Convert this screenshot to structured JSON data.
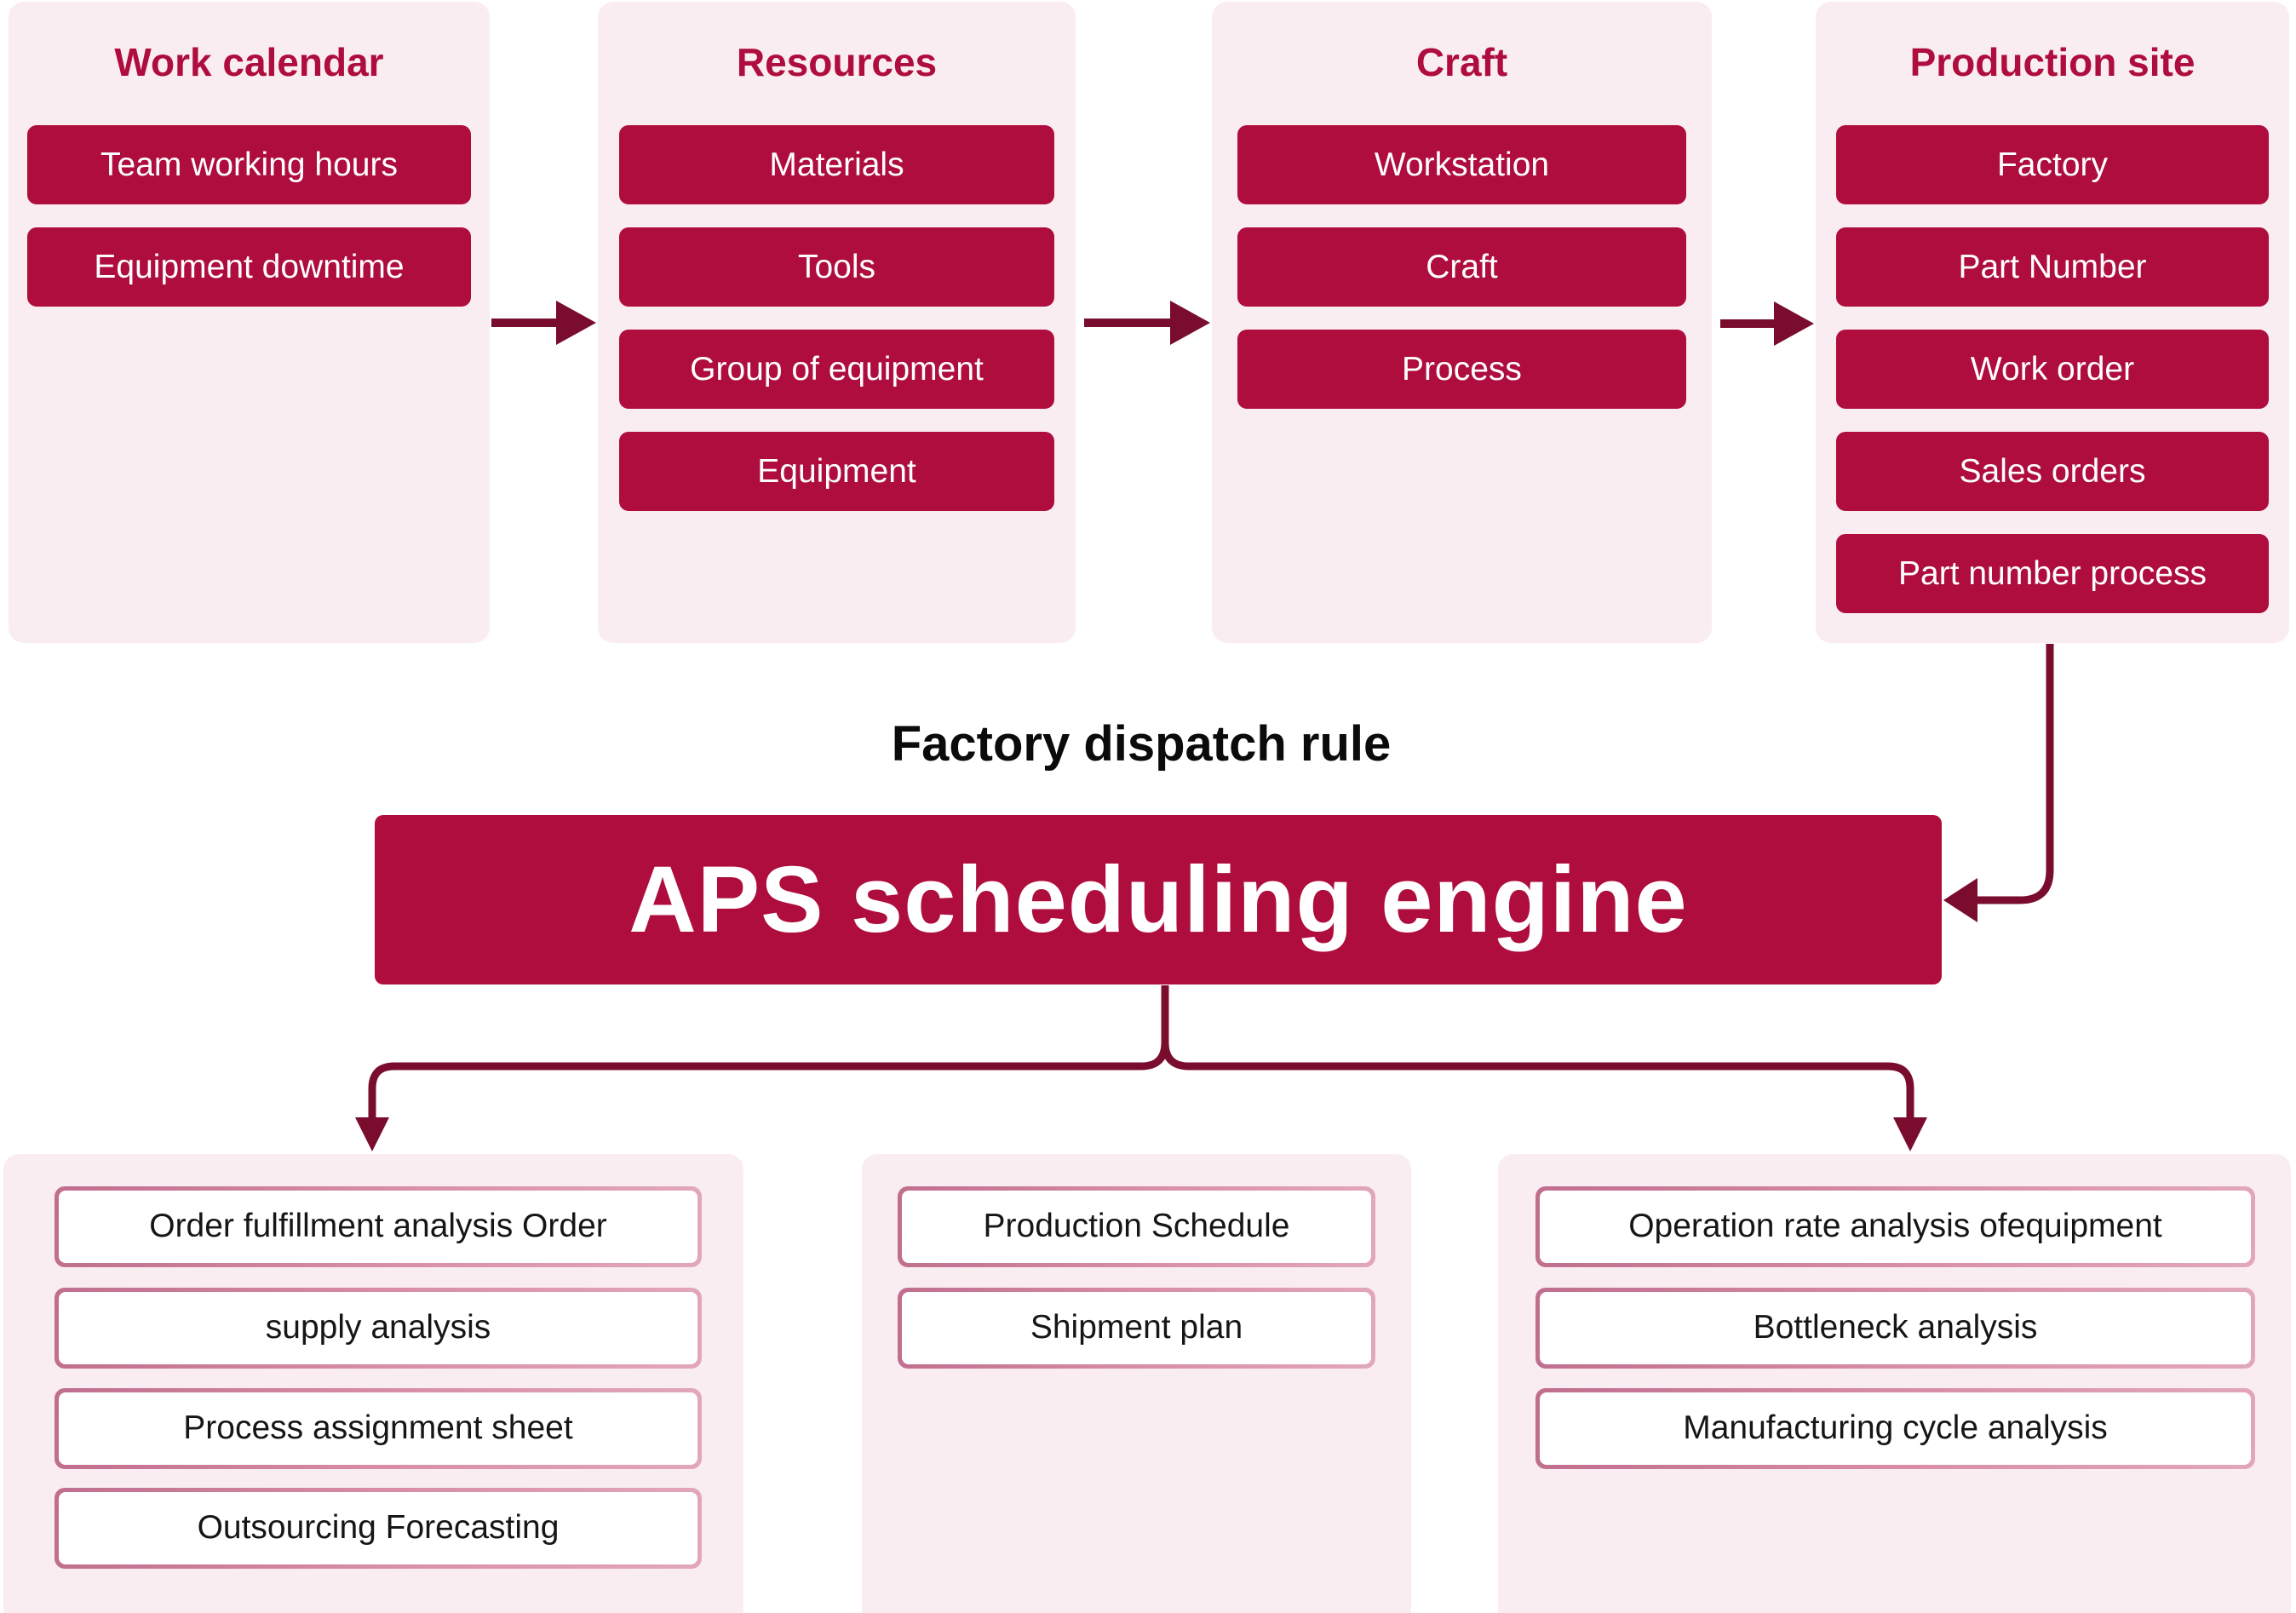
{
  "palette": {
    "crimson": "#AE0D3D",
    "maroon_connector": "#7A0C2E",
    "panel_background": "#FAEDF2",
    "outline_box_border_start": "#C06E8D",
    "outline_box_border_end": "#E2A7BB",
    "outline_box_fill": "#FFFFFF",
    "dark_text": "#0B0B0E",
    "light_text": "#FFFFFF"
  },
  "top_panels": [
    {
      "title": "Work calendar",
      "items": [
        "Team working hours",
        "Equipment downtime"
      ]
    },
    {
      "title": "Resources",
      "items": [
        "Materials",
        "Tools",
        "Group of equipment",
        "Equipment"
      ]
    },
    {
      "title": "Craft",
      "items": [
        "Workstation",
        "Craft",
        "Process"
      ]
    },
    {
      "title": "Production site",
      "items": [
        "Factory",
        "Part Number",
        "Work order",
        "Sales orders",
        "Part number process"
      ]
    }
  ],
  "middle": {
    "heading": "Factory dispatch rule",
    "banner": "APS scheduling engine"
  },
  "bottom_panels": [
    {
      "items": [
        "Order fulfillment analysis Order",
        "supply analysis",
        "Process assignment sheet",
        "Outsourcing Forecasting"
      ]
    },
    {
      "items": [
        "Production Schedule",
        "Shipment plan"
      ]
    },
    {
      "items": [
        "Operation rate analysis ofequipment",
        "Bottleneck analysis",
        "Manufacturing cycle analysis"
      ]
    }
  ]
}
